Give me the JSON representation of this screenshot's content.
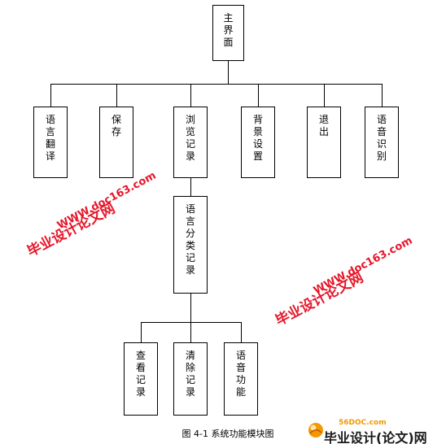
{
  "diagram": {
    "root": {
      "label": "主界面"
    },
    "level1": [
      {
        "label": "语言翻译"
      },
      {
        "label": "保存"
      },
      {
        "label": "浏览记录"
      },
      {
        "label": "背景设置"
      },
      {
        "label": "退出"
      },
      {
        "label": "语音识别"
      }
    ],
    "level2": {
      "label": "语言分类记录"
    },
    "level3": [
      {
        "label": "查看记录"
      },
      {
        "label": "清除记录"
      },
      {
        "label": "语音功能"
      }
    ],
    "caption": "图 4-1  系统功能模块图"
  },
  "watermarks": [
    {
      "line1": "毕业设计论文网",
      "line2": "WWW.doc163.com"
    },
    {
      "line1": "毕业设计论文网",
      "line2": "WWW.doc163.com"
    }
  ],
  "footer_logo": {
    "site": "56DOC.com",
    "name": "毕业设计(论文)网",
    "accent_color": "#f39800"
  }
}
